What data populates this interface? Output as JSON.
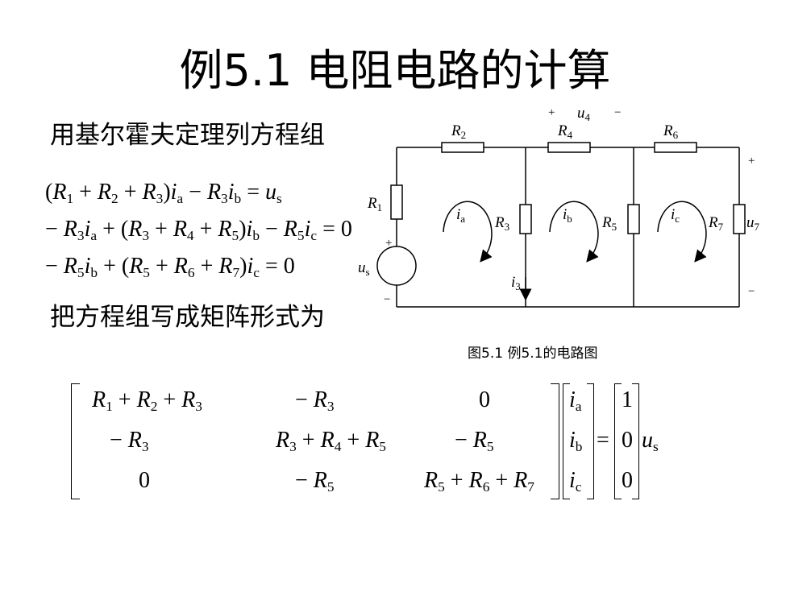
{
  "title": "例5.1  电阻电路的计算",
  "intro_text": "用基尔霍夫定理列方程组",
  "matrix_intro_text": "把方程组写成矩阵形式为",
  "figure_caption": "图5.1  例5.1的电路图",
  "equations": [
    "(R1 + R2 + R3)ia − R3ib = us",
    "− R3ia + (R3 + R4 + R5)ib − R5ic = 0",
    "− R5ib + (R5 + R6 + R7)ic = 0"
  ],
  "circuit": {
    "resistors": [
      "R1",
      "R2",
      "R3",
      "R4",
      "R5",
      "R6",
      "R7"
    ],
    "mesh_currents": [
      "ia",
      "ib",
      "ic"
    ],
    "branch_current": "i3",
    "voltages": [
      "us",
      "u4",
      "u7"
    ],
    "polarity_plus": "+",
    "polarity_minus": "−"
  },
  "matrix": {
    "coefficients": [
      [
        "R1 + R2 + R3",
        "− R3",
        "0"
      ],
      [
        "− R3",
        "R3 + R4 + R5",
        "− R5"
      ],
      [
        "0",
        "− R5",
        "R5 + R6 + R7"
      ]
    ],
    "unknowns": [
      "ia",
      "ib",
      "ic"
    ],
    "rhs": [
      "1",
      "0",
      "0"
    ],
    "equals": "=",
    "source": "us"
  }
}
